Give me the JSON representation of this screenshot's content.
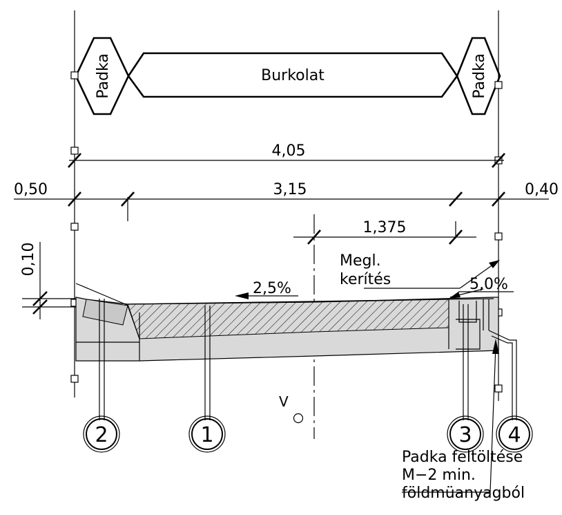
{
  "header": {
    "shoulder_left": "Padka",
    "pavement": "Burkolat",
    "shoulder_right": "Padka"
  },
  "dimensions": {
    "total_width": "4,05",
    "pavement_width": "3,15",
    "left_shoulder": "0,50",
    "right_shoulder": "0,40",
    "half_offset": "1,375",
    "layer_height": "0,10"
  },
  "slopes": {
    "left": "2,5%",
    "right": "5,0%"
  },
  "annotations": {
    "fence_line1": "Megl.",
    "fence_line2": "kerítés",
    "axis_mark": "V",
    "note_line1": "Padka feltöltése",
    "note_line2": "M−2 min.",
    "note_line3": "földmüanyagból"
  },
  "callouts": [
    "2",
    "1",
    "3",
    "4"
  ],
  "colors": {
    "line": "#000000",
    "fill": "#d9d9d9"
  }
}
